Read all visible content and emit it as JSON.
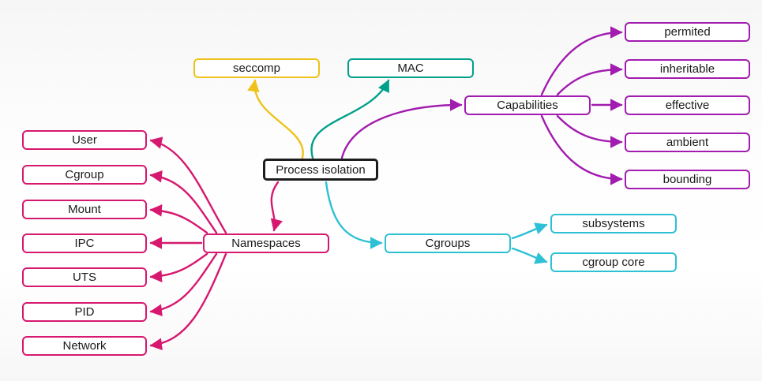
{
  "mindmap": {
    "root": {
      "label": "Process isolation",
      "border_color": "#1d1d1d"
    },
    "branches": [
      {
        "label": "seccomp",
        "color": "#eec21a",
        "children": []
      },
      {
        "label": "MAC",
        "color": "#00a08a",
        "children": []
      },
      {
        "label": "Capabilities",
        "color": "#a21caf",
        "children": [
          {
            "label": "permited"
          },
          {
            "label": "inheritable"
          },
          {
            "label": "effective"
          },
          {
            "label": "ambient"
          },
          {
            "label": "bounding"
          }
        ]
      },
      {
        "label": "Namespaces",
        "color": "#d6186f",
        "children": [
          {
            "label": "User"
          },
          {
            "label": "Cgroup"
          },
          {
            "label": "Mount"
          },
          {
            "label": "IPC"
          },
          {
            "label": "UTS"
          },
          {
            "label": "PID"
          },
          {
            "label": "Network"
          }
        ]
      },
      {
        "label": "Cgroups",
        "color": "#2ec0d4",
        "children": [
          {
            "label": "subsystems"
          },
          {
            "label": "cgroup core"
          }
        ]
      }
    ]
  }
}
